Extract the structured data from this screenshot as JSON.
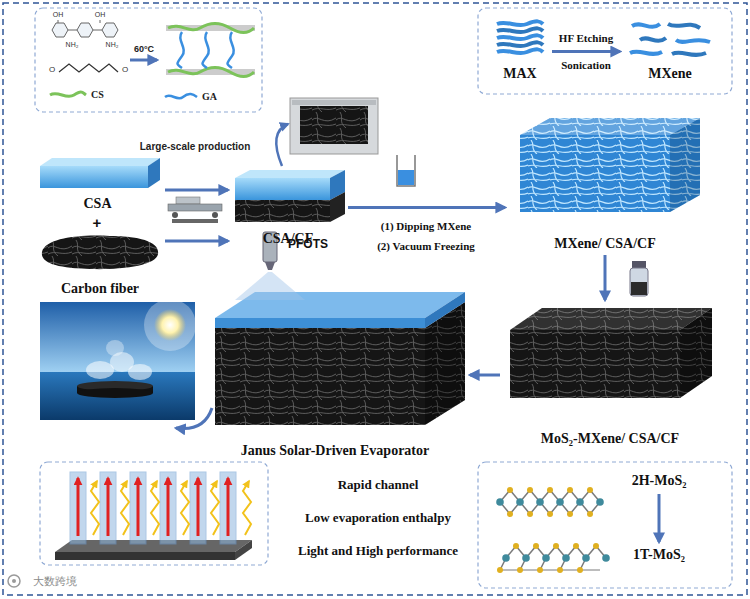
{
  "diagram": {
    "nodes": [
      {
        "text": [
          "CSA"
        ]
      },
      {
        "text": [
          "Carbon fiber"
        ]
      },
      {
        "text": [
          "CSA/CF"
        ]
      },
      {
        "text": [
          "MAX"
        ]
      },
      {
        "text": [
          "MXene"
        ]
      },
      {
        "text": [
          "MXene/ CSA/CF"
        ]
      },
      {
        "text": [
          "MoS₂-MXene/ CSA/CF"
        ]
      },
      {
        "text": [
          "Janus Solar-Driven Evaporator"
        ]
      },
      {
        "text": [
          "2H-MoS₂"
        ]
      },
      {
        "text": [
          "1T-MoS₂"
        ]
      }
    ],
    "edges": [
      {
        "from": 0,
        "to": 2,
        "arrow": "to"
      },
      {
        "from": 1,
        "to": 2,
        "arrow": "to"
      },
      {
        "from": 3,
        "to": 4,
        "arrow": "to"
      },
      {
        "from": 2,
        "to": 5,
        "arrow": "to"
      },
      {
        "from": 5,
        "to": 6,
        "arrow": "to"
      },
      {
        "from": 6,
        "to": 7,
        "arrow": "to"
      },
      {
        "from": 8,
        "to": 9,
        "arrow": "to"
      }
    ],
    "labels": [
      "OH",
      "NH₂",
      "OH",
      "NH₂",
      "O",
      "O",
      "60°C",
      "Large-scale production",
      "+",
      "(1) Dipping MXene",
      "(2) Vacuum Freezing",
      "HF Etching",
      "Sonication",
      "PFOTS",
      "Rapid channel",
      "Low evaporation enthalpy",
      "Light and High performance",
      "大数跨境"
    ],
    "legend": [
      {
        "text": "CS"
      },
      {
        "text": "GA"
      }
    ]
  }
}
